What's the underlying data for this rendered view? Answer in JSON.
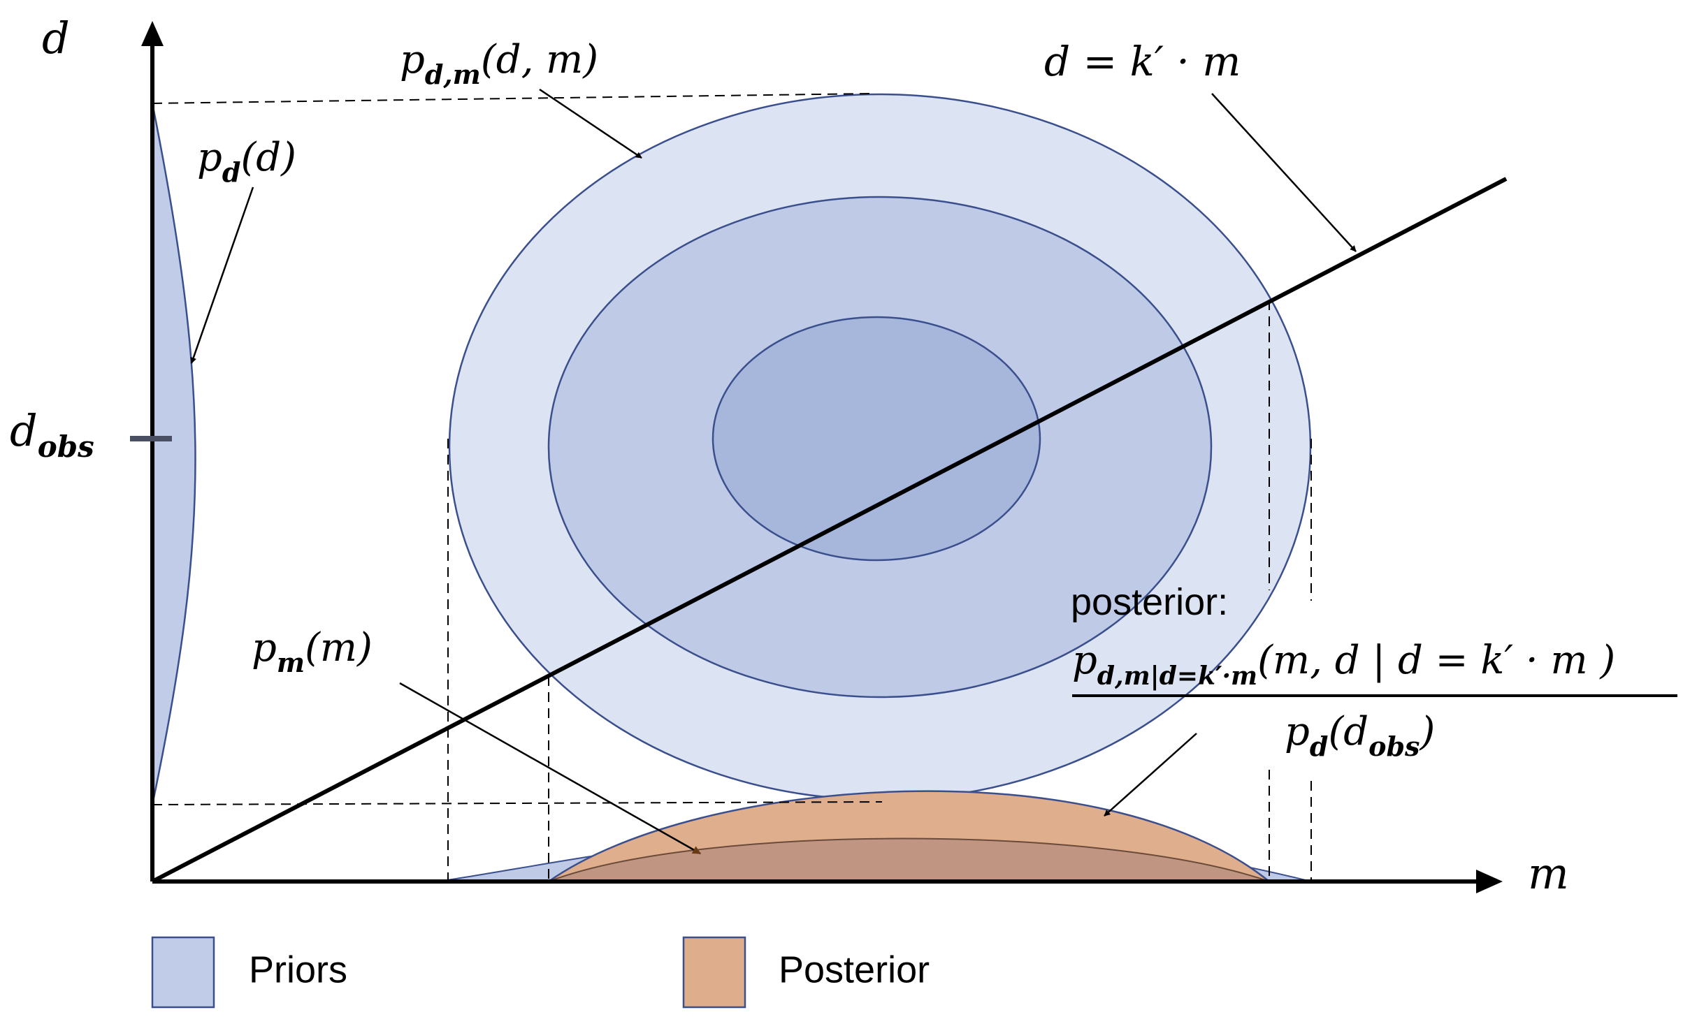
{
  "axes": {
    "x_label": "m",
    "y_label": "d",
    "d_obs_label": "d",
    "d_obs_sub": "obs"
  },
  "labels": {
    "joint": {
      "base": "p",
      "sub": "d,m",
      "args": "(d, m)"
    },
    "line": "d = k′ · m",
    "marginal_d": {
      "base": "p",
      "sub": "d",
      "args": "(d)"
    },
    "marginal_m": {
      "base": "p",
      "sub": "m",
      "args": "(m)"
    },
    "posterior_title": "posterior:",
    "posterior_num": {
      "base": "p",
      "sub": "d,m|d=k′·m",
      "args": "(m, d | d = k′ · m )"
    },
    "posterior_den": {
      "base": "p",
      "sub": "d",
      "args": "(d",
      "args_sub": "obs",
      "args_end": ")"
    }
  },
  "legend": [
    {
      "label": "Priors",
      "color": "#c0cce8"
    },
    {
      "label": "Posterior",
      "color": "#deae8c"
    }
  ],
  "colors": {
    "prior_light": "#dce3f3",
    "prior_mid": "#bfcae7",
    "prior_dark": "#a7b7dc",
    "prior_stroke": "#3a4f8c",
    "posterior_fill": "#dfae8c",
    "posterior_inner": "#c09682"
  }
}
